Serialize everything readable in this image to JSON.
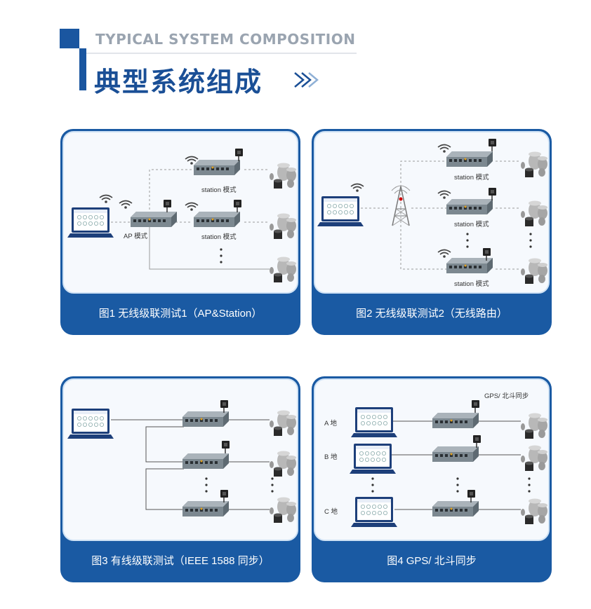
{
  "header": {
    "subtitle": "TYPICAL SYSTEM COMPOSITION",
    "title": "典型系统组成"
  },
  "colors": {
    "brand_blue": "#1a5aa3",
    "panel_bg": "#f6f9fd",
    "line_gray": "#9a9a9a"
  },
  "panels": [
    {
      "caption": "图1  无线级联测试1（AP&Station）",
      "labels": {
        "ap": "AP 模式",
        "station_top": "station 模式",
        "station_mid": "station 模式"
      }
    },
    {
      "caption": "图2  无线级联测试2（无线路由）",
      "labels": {
        "station_top": "station 模式",
        "station_mid": "station 模式",
        "station_bot": "station 模式"
      }
    },
    {
      "caption": "图3  有线级联测试（IEEE 1588 同步）"
    },
    {
      "caption": "图4  GPS/ 北斗同步",
      "labels": {
        "gps": "GPS/ 北斗同步",
        "site_a": "A 地",
        "site_b": "B 地",
        "site_c": "C 地"
      }
    }
  ],
  "icons": [
    "laptop-icon",
    "wifi-icon",
    "gps-antenna-icon",
    "tower-icon",
    "sensor-cluster-icon",
    "daq-device-icon"
  ]
}
